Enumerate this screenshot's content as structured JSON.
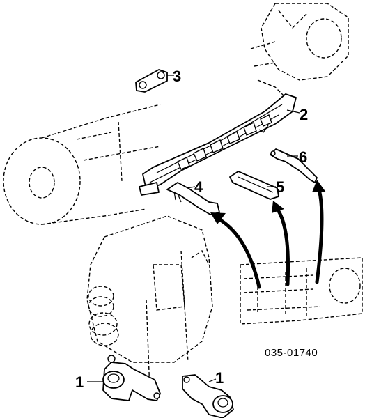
{
  "diagram": {
    "part_number": "035-01740",
    "callouts": [
      {
        "id": "callout-1-left",
        "label": "1"
      },
      {
        "id": "callout-1-right",
        "label": "1"
      },
      {
        "id": "callout-2",
        "label": "2"
      },
      {
        "id": "callout-3",
        "label": "3"
      },
      {
        "id": "callout-4",
        "label": "4"
      },
      {
        "id": "callout-5",
        "label": "5"
      },
      {
        "id": "callout-6",
        "label": "6"
      }
    ]
  }
}
